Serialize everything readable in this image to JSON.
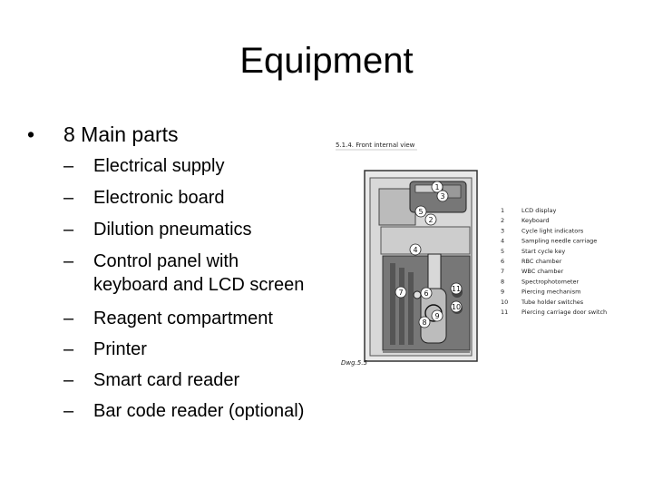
{
  "title": "Equipment",
  "bullet": {
    "marker": "•",
    "text": "8 Main parts"
  },
  "sub_marker": "–",
  "sub_items": [
    {
      "line1": "Electrical supply"
    },
    {
      "line1": "Electronic board"
    },
    {
      "line1": "Dilution pneumatics"
    },
    {
      "line1": "Control panel with",
      "line2": "keyboard and LCD screen"
    },
    {
      "line1": "Reagent compartment"
    },
    {
      "line1": "Printer"
    },
    {
      "line1": "Smart card reader"
    },
    {
      "line1": "Bar code reader (optional)"
    }
  ],
  "figure": {
    "heading": "5.1.4. Front internal view",
    "caption": "Dwg.5.5",
    "legend": [
      {
        "num": "1",
        "text": "LCD display"
      },
      {
        "num": "2",
        "text": "Keyboard"
      },
      {
        "num": "3",
        "text": "Cycle light indicators"
      },
      {
        "num": "4",
        "text": "Sampling needle carriage"
      },
      {
        "num": "5",
        "text": "Start cycle key"
      },
      {
        "num": "6",
        "text": "RBC chamber"
      },
      {
        "num": "7",
        "text": "WBC chamber"
      },
      {
        "num": "8",
        "text": "Spectrophotometer"
      },
      {
        "num": "9",
        "text": "Piercing mechanism"
      },
      {
        "num": "10",
        "text": "Tube holder switches"
      },
      {
        "num": "11",
        "text": "Piercing carriage door switch"
      }
    ],
    "callouts": [
      "1",
      "5",
      "3",
      "2",
      "4",
      "7",
      "6",
      "11",
      "10",
      "8",
      "9"
    ]
  }
}
